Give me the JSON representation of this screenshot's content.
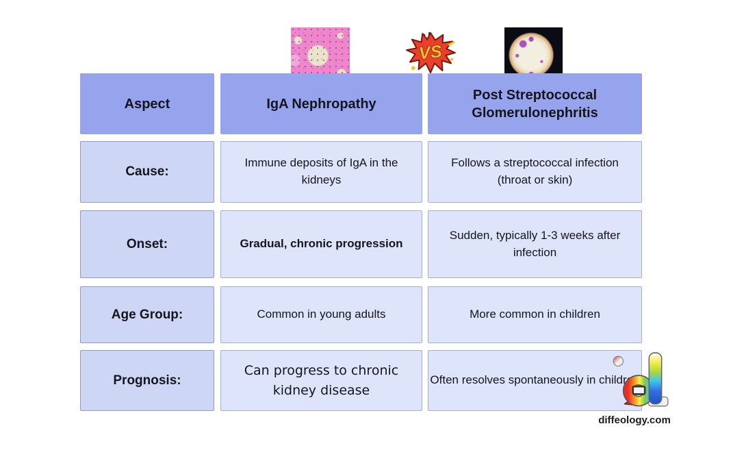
{
  "table": {
    "headers": {
      "aspect": "Aspect",
      "iga": "IgA Nephropathy",
      "psgn": "Post Streptococcal Glomerulonephritis"
    },
    "rows": [
      {
        "aspect": "Cause:",
        "iga": "Immune deposits of IgA in the kidneys",
        "psgn": "Follows a streptococcal infection (throat or skin)"
      },
      {
        "aspect": "Onset:",
        "iga": "Gradual, chronic progression",
        "psgn": "Sudden, typically 1-3 weeks after infection"
      },
      {
        "aspect": "Age Group:",
        "iga": "Common in young adults",
        "psgn": "More common in children"
      },
      {
        "aspect": "Prognosis:",
        "iga": "Can progress to chronic kidney disease",
        "psgn": "Often resolves spontaneously in children"
      }
    ]
  },
  "vs_badge": {
    "label": "VS"
  },
  "watermark": {
    "label": "diffeology.com"
  },
  "icons": {
    "vs_burst": "comic-starburst",
    "logo": "rainbow-letter-d",
    "left_image": "pink-histology-micrograph",
    "right_image": "dark-microscope-field"
  },
  "colors": {
    "header_fill": "#96a4ee",
    "aspect_fill": "#cdd6f5",
    "content_fill": "#dee4fa",
    "text": "#15151e",
    "vs_red": "#e8402a",
    "vs_yellow": "#f7c31d",
    "background": "#ffffff"
  }
}
